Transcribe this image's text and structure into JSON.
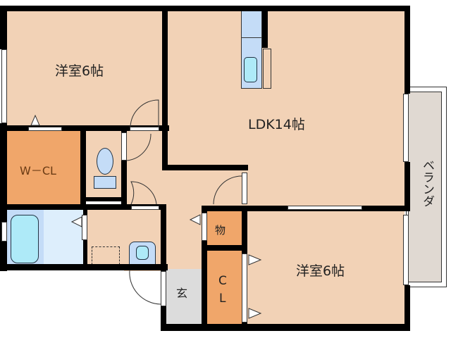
{
  "floorplan": {
    "rooms": {
      "western_room_north": {
        "label": "洋室6帖"
      },
      "ldk": {
        "label": "LDK14帖"
      },
      "western_room_south": {
        "label": "洋室6帖"
      },
      "walk_in_closet": {
        "label": "W－CL"
      },
      "storage": {
        "label": "物"
      },
      "closet": {
        "label_line1": "C",
        "label_line2": "L"
      },
      "entrance": {
        "label": "玄"
      },
      "veranda": {
        "label": "ベランダ"
      }
    },
    "colors": {
      "room_fill": "#f2d2b6",
      "closet_fill": "#f0a66a",
      "wet_area_fill": "#c4dcf7",
      "fixture_fill": "#aeeaf8",
      "entrance_fill": "#dcdcdc",
      "veranda_fill": "#e0d9d2",
      "wall": "#000000"
    }
  }
}
